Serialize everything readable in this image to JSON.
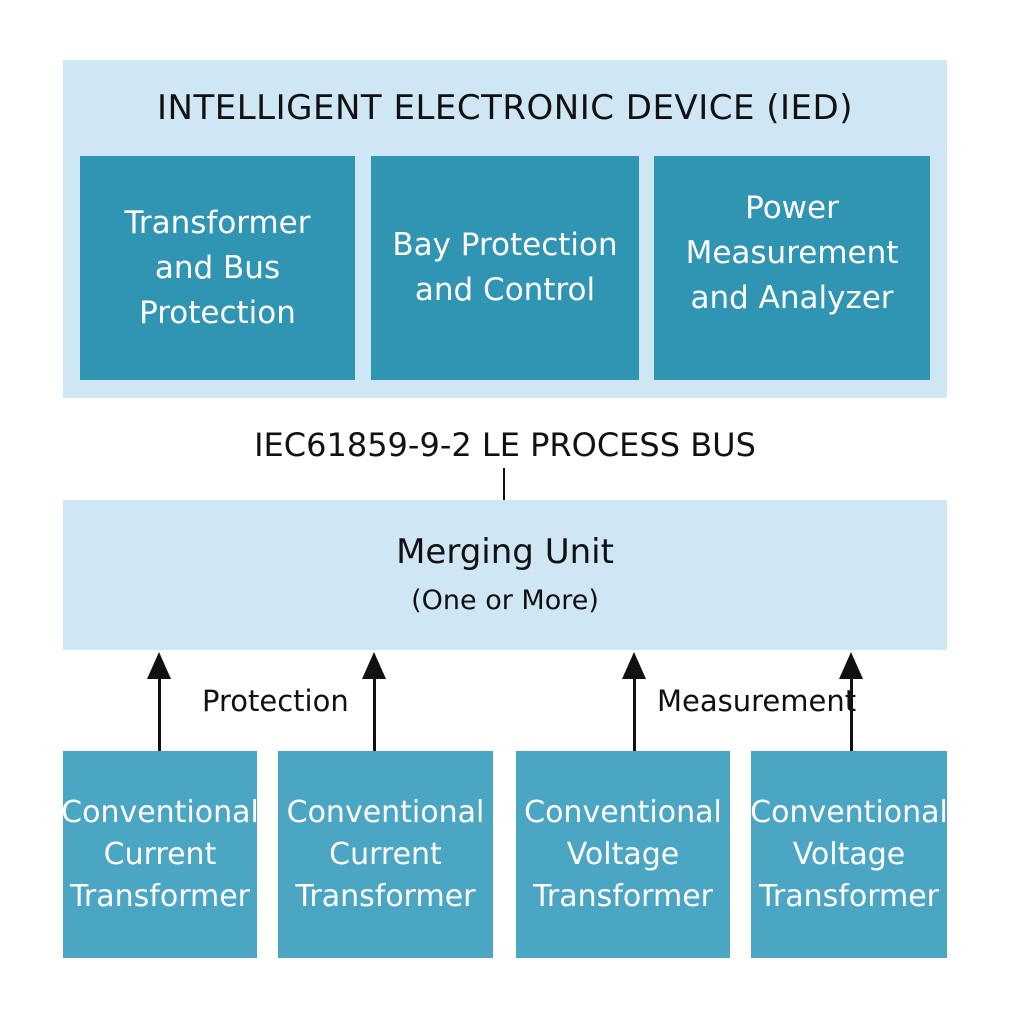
{
  "ied": {
    "title": "INTELLIGENT ELECTRONIC DEVICE (IED)",
    "boxes": [
      {
        "lines": [
          "Transformer",
          "and Bus",
          "Protection"
        ]
      },
      {
        "lines": [
          "Bay Protection",
          "and Control"
        ]
      },
      {
        "lines": [
          "Power",
          "Measurement",
          "and Analyzer"
        ]
      }
    ]
  },
  "bus": {
    "label": "IEC61859-9-2 LE PROCESS BUS"
  },
  "merging_unit": {
    "title": "Merging Unit",
    "subtitle": "(One or More)"
  },
  "groups": {
    "protection": "Protection",
    "measurement": "Measurement"
  },
  "transformers": [
    {
      "lines": [
        "Conventional",
        "Current",
        "Transformer"
      ]
    },
    {
      "lines": [
        "Conventional",
        "Current",
        "Transformer"
      ]
    },
    {
      "lines": [
        "Conventional",
        "Voltage",
        "Transformer"
      ]
    },
    {
      "lines": [
        "Conventional",
        "Voltage",
        "Transformer"
      ]
    }
  ],
  "colors": {
    "panel_background": "#cfe6f5",
    "ied_box": "#2f95b2",
    "transformer_box": "#4aa6c3",
    "text_dark": "#111111",
    "text_light": "#ffffff"
  }
}
